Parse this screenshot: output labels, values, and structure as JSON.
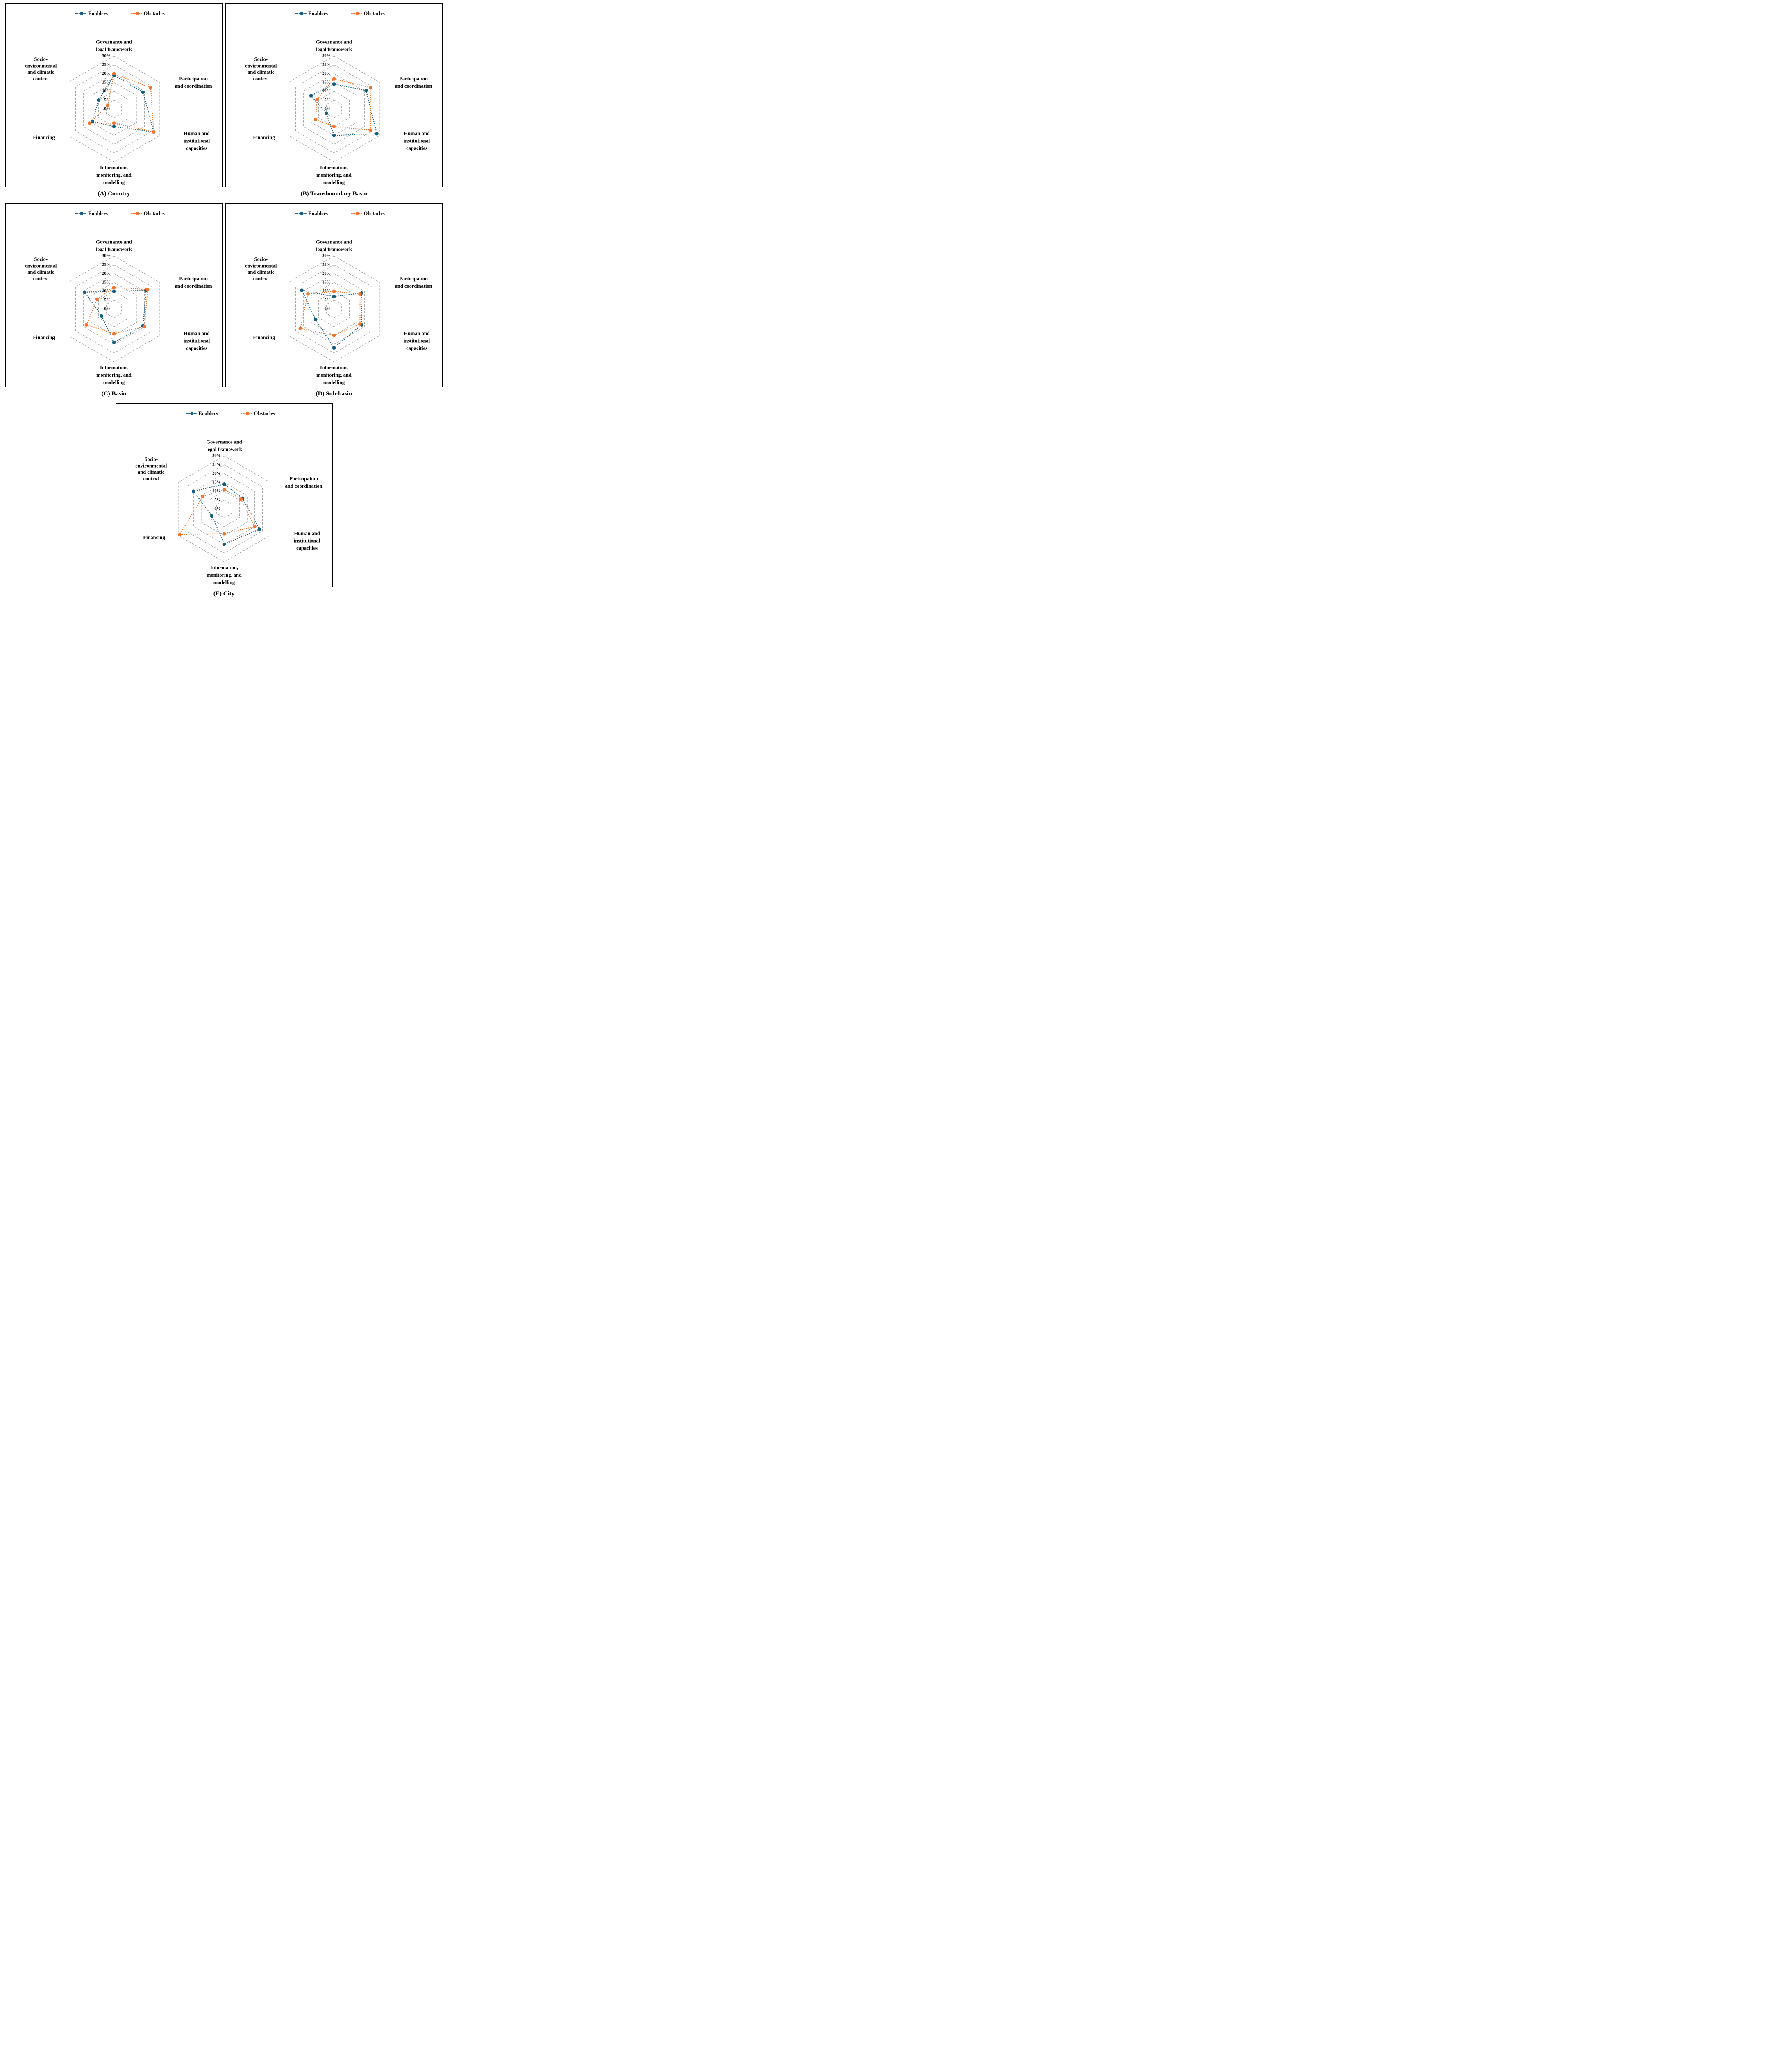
{
  "colors": {
    "enablers": "#175e7d",
    "obstacles": "#f4742a",
    "grid": "#999999",
    "text": "#000000",
    "panel_border": "#000000",
    "background": "#ffffff"
  },
  "legend": {
    "enablers_label": "Enablers",
    "obstacles_label": "Obstacles",
    "position": "top-center"
  },
  "radar_common": {
    "rmax": 30,
    "rstep": 5,
    "unit": "%",
    "grid_style": "dashed hexagon rings, no radial spokes",
    "tick_labels": [
      "30%",
      "25%",
      "20%",
      "15%",
      "10%",
      "5%",
      "0%"
    ],
    "axis_label_lines": [
      [
        "Governance and",
        "legal framework"
      ],
      [
        "Participation",
        "and coordination"
      ],
      [
        "Human and",
        "institutional",
        "capacities"
      ],
      [
        "Information,",
        "monitoring, and",
        "modelling"
      ],
      [
        "Financing"
      ],
      [
        "Socio-",
        "environmental",
        "and climatic",
        "context"
      ]
    ]
  },
  "chart_data": [
    {
      "id": "A",
      "type": "radar",
      "caption": "(A) Country",
      "rmax": 30,
      "categories": [
        "Governance and legal framework",
        "Participation and coordination",
        "Human and institutional capacities",
        "Information, monitoring, and modelling",
        "Financing",
        "Socio-environmental and climatic context"
      ],
      "series": [
        {
          "name": "Enablers",
          "color": "#175e7d",
          "values": [
            19,
            19,
            26,
            10,
            14,
            10
          ]
        },
        {
          "name": "Obstacles",
          "color": "#f4742a",
          "values": [
            20,
            24,
            26,
            8,
            16,
            4
          ]
        }
      ]
    },
    {
      "id": "B",
      "type": "radar",
      "caption": "(B) Transboundary Basin",
      "rmax": 30,
      "categories": [
        "Governance and legal framework",
        "Participation and coordination",
        "Human and institutional capacities",
        "Information, monitoring, and modelling",
        "Financing",
        "Socio-environmental and climatic context"
      ],
      "series": [
        {
          "name": "Enablers",
          "color": "#175e7d",
          "values": [
            14,
            21,
            28,
            15,
            5,
            15
          ]
        },
        {
          "name": "Obstacles",
          "color": "#f4742a",
          "values": [
            17,
            24,
            24,
            10,
            12,
            11
          ]
        }
      ]
    },
    {
      "id": "C",
      "type": "radar",
      "caption": "(C) Basin",
      "rmax": 30,
      "categories": [
        "Governance and legal framework",
        "Participation and coordination",
        "Human and institutional capacities",
        "Information, monitoring, and modelling",
        "Financing",
        "Socio-environmental and climatic context"
      ],
      "series": [
        {
          "name": "Enablers",
          "color": "#175e7d",
          "values": [
            10,
            21,
            19,
            19,
            8,
            19
          ]
        },
        {
          "name": "Obstacles",
          "color": "#f4742a",
          "values": [
            12,
            22,
            20,
            14,
            18,
            11
          ]
        }
      ]
    },
    {
      "id": "D",
      "type": "radar",
      "caption": "(D) Sub-basin",
      "rmax": 30,
      "categories": [
        "Governance and legal framework",
        "Participation and coordination",
        "Human and institutional capacities",
        "Information, monitoring, and modelling",
        "Financing",
        "Socio-environmental and climatic context"
      ],
      "series": [
        {
          "name": "Enablers",
          "color": "#175e7d",
          "values": [
            7,
            18,
            18,
            22,
            12,
            21
          ]
        },
        {
          "name": "Obstacles",
          "color": "#f4742a",
          "values": [
            10,
            17,
            17,
            15,
            22,
            17
          ]
        }
      ]
    },
    {
      "id": "E",
      "type": "radar",
      "caption": "(E) City",
      "rmax": 30,
      "categories": [
        "Governance and legal framework",
        "Participation and coordination",
        "Human and institutional capacities",
        "Information, monitoring, and modelling",
        "Financing",
        "Socio-environmental and climatic context"
      ],
      "series": [
        {
          "name": "Enablers",
          "color": "#175e7d",
          "values": [
            14,
            12,
            23,
            20,
            8,
            20
          ]
        },
        {
          "name": "Obstacles",
          "color": "#f4742a",
          "values": [
            11,
            11,
            20,
            14,
            29,
            14
          ]
        }
      ]
    }
  ]
}
